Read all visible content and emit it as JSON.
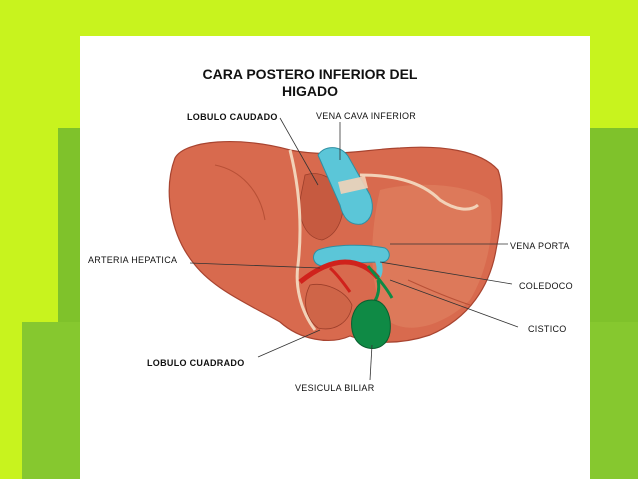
{
  "title_line1": "CARA POSTERO INFERIOR DEL",
  "title_line2": "HIGADO",
  "labels": {
    "lobulo_caudado": "LOBULO CAUDADO",
    "vena_cava_inferior": "VENA CAVA INFERIOR",
    "vena_porta": "VENA PORTA",
    "arteria_hepatica": "ARTERIA HEPATICA",
    "coledoco": "COLEDOCO",
    "cistico": "CISTICO",
    "lobulo_cuadrado": "LOBULO CUADRADO",
    "vesicula_biliar": "VESICULA BILIAR"
  },
  "colors": {
    "background": "#c8f31e",
    "liver": "#d86a4e",
    "vein": "#5bc6d8",
    "artery": "#d0221c",
    "gallbladder": "#0f8a45"
  }
}
